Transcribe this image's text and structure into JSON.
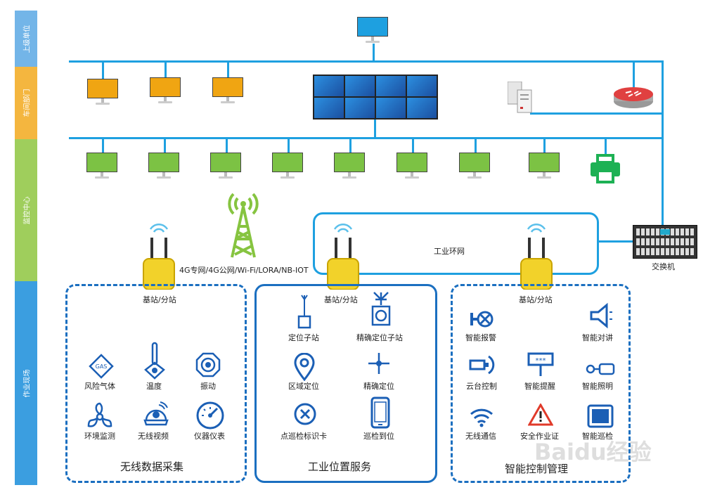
{
  "bands": {
    "superior": "上级单位",
    "workshop": "车间部门",
    "monitor": "监控中心",
    "field": "作业现场"
  },
  "colors": {
    "bus": "#1ea0e0",
    "band_superior": "#73b5e8",
    "band_workshop": "#f4b63f",
    "band_monitor": "#9fce5c",
    "band_field": "#3b9ee0",
    "monitor_orange": "#f0a512",
    "monitor_green": "#7cc244",
    "printer": "#1db154",
    "station_yellow": "#f2d22a",
    "icon_blue": "#1b5fb5",
    "tower_green": "#86c440"
  },
  "labels": {
    "wireless_tech": "4G专网/4G公网/Wi-Fi/LORA/NB-IOT",
    "ring": "工业环网",
    "switch": "交换机",
    "base_station": "基站/分站"
  },
  "sections": {
    "data": {
      "title": "无线数据采集",
      "items": [
        {
          "label": "风险气体",
          "icon": "gas-icon"
        },
        {
          "label": "温度",
          "icon": "thermometer-icon"
        },
        {
          "label": "振动",
          "icon": "vibration-icon"
        },
        {
          "label": "环境监测",
          "icon": "fan-icon"
        },
        {
          "label": "无线视频",
          "icon": "camera-icon"
        },
        {
          "label": "仪器仪表",
          "icon": "gauge-icon"
        }
      ]
    },
    "location": {
      "title": "工业位置服务",
      "items": [
        {
          "label": "定位子站",
          "icon": "locator-substation-icon"
        },
        {
          "label": "精确定位子站",
          "icon": "precise-substation-icon"
        },
        {
          "label": "区域定位",
          "icon": "map-pin-icon"
        },
        {
          "label": "精确定位",
          "icon": "crosshair-icon"
        },
        {
          "label": "点巡检标识卡",
          "icon": "x-circle-icon"
        },
        {
          "label": "巡检到位",
          "icon": "phone-icon"
        }
      ]
    },
    "control": {
      "title": "智能控制管理",
      "items": [
        {
          "label": "智能报警",
          "icon": "alarm-valve-icon"
        },
        {
          "label": "智能对讲",
          "icon": "speaker-icon"
        },
        {
          "label": "云台控制",
          "icon": "ptz-camera-icon"
        },
        {
          "label": "智能提醒",
          "icon": "signboard-icon"
        },
        {
          "label": "智能照明",
          "icon": "light-icon"
        },
        {
          "label": "无线通信",
          "icon": "wifi-icon"
        },
        {
          "label": "安全作业证",
          "icon": "warning-icon"
        },
        {
          "label": "智能巡检",
          "icon": "tablet-icon"
        }
      ]
    }
  },
  "watermark": "Baidu经验"
}
